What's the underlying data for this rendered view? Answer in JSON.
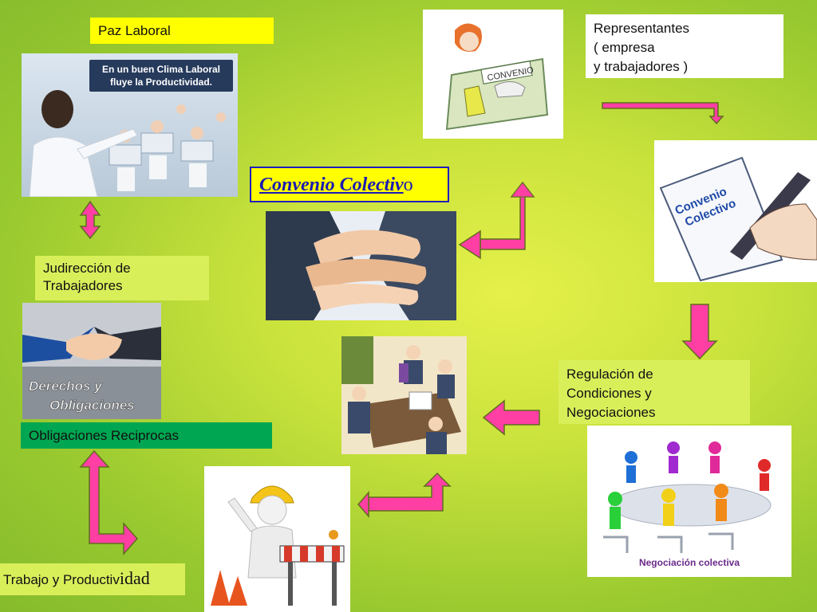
{
  "labels": {
    "paz_laboral": "Paz Laboral",
    "representantes_l1": "Representantes",
    "representantes_l2": "( empresa",
    "representantes_l3": "y trabajadores )",
    "convenio_main": "Convenio Colectiv",
    "convenio_tail": "o",
    "judireccion_l1": "Judirección de",
    "judireccion_l2": "Trabajadores",
    "obligaciones_reciprocas": "Obligaciones Reciprocas",
    "regulacion_l1": "Regulación de",
    "regulacion_l2": "Condiciones y",
    "regulacion_l3": "Negociaciones",
    "trabajo_main": "Trabajo y Productiv",
    "trabajo_tail": "idad"
  },
  "image_texts": {
    "clima_l1": "En un buen Clima Laboral",
    "clima_l2": "fluye la Productividad.",
    "convenio_sign": "CONVENIO",
    "convenio_doc_l1": "Convenio",
    "convenio_doc_l2": "Colectivo",
    "derechos_l1": "Derechos y",
    "derechos_l2": "Obligaciones",
    "negociacion": "Negociación colectiva"
  },
  "colors": {
    "yellow_box": "#ffff00",
    "green_box": "#00a651",
    "light_box": "#d9ef5a",
    "arrow_pink": "#ff3fa4",
    "arrow_outline": "#6b7d1a"
  }
}
